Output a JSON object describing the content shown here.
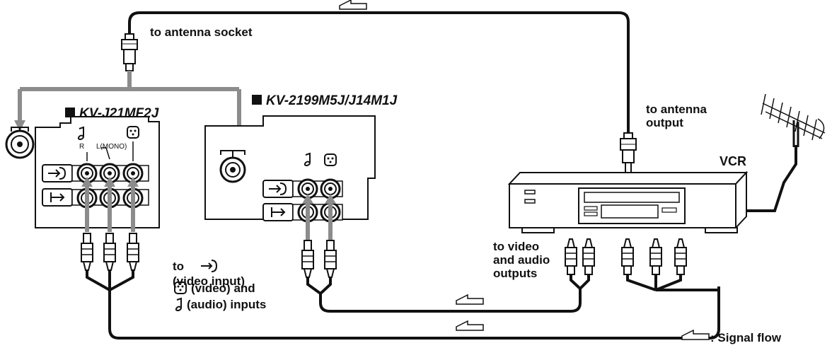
{
  "labels": {
    "antenna_socket": "to antenna socket",
    "antenna_output_1": "to antenna",
    "antenna_output_2": "output",
    "vcr": "VCR",
    "model_left": "KV-J21MF2J",
    "model_right": "KV-2199M5J/J14M1J",
    "jack_r": "R",
    "jack_l": "L(MONO)",
    "video_input_to": "to",
    "video_input": "(video input)",
    "video_audio_1": "(video) and",
    "video_audio_2": "(audio) inputs",
    "vcr_outputs_1": "to video",
    "vcr_outputs_2": "and audio",
    "vcr_outputs_3": "outputs",
    "legend": ": Signal flow"
  },
  "icons": [
    "audio-note-icon",
    "video-face-icon",
    "video-input-icon",
    "video-output-icon",
    "antenna-jack-icon",
    "signal-flow-arrow-icon"
  ],
  "colors": {
    "cable": "#111111",
    "feed": "#8c8c8c",
    "panel": "#ffffff"
  }
}
